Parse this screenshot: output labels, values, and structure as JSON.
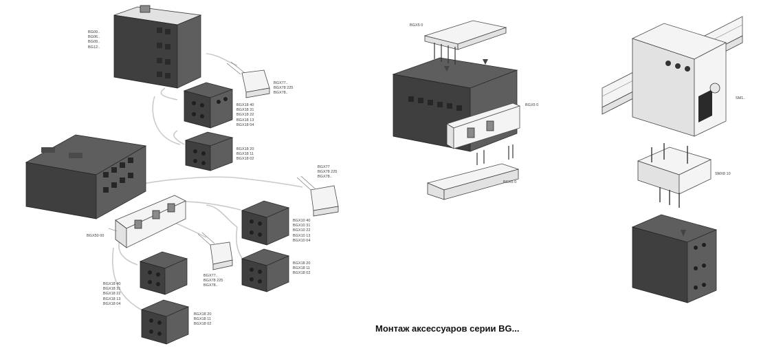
{
  "caption": "Монтаж аксессуаров серии  BG...",
  "labels": {
    "contactor_small": "BG09..\nBG06..\nBG09..\nBG12..",
    "rc_top": "BGX77..\nBGX78 225\nBGX78..",
    "aux_block_top_4": "BGX18 40\nBGX18 31\nBGX18 22\nBGX18 13\nBGX18 04",
    "aux_block_top_2": "BGX18 20\nBGX18 11\nBGX18 02",
    "rc_mid": "BGX77\nBGX78 225\nBGX78..",
    "aux_block_mid_4": "BGX10 40\nBGX10 31\nBGX10 22\nBGX10 13\nBGX10 04",
    "aux_block_mid_2": "BGX18 20\nBGX18 11\nBGX18 02",
    "interlock": "BGX50 00",
    "rc_low": "BGX77..\nBGX78 225\nBGX78..",
    "aux_block_low_4": "BGX18 40\nBGX18 31\nBGX18 22\nBGX18 13\nBGX18 04",
    "aux_block_low_2": "BGX18 20\nBGX18 11\nBGX18 02",
    "mech_top": "BGX5 0",
    "mech_side": "BGX5 0",
    "mech_bottom": "BGX5 0",
    "motor_breaker": "SM1..",
    "adapter": "SMX8 10"
  }
}
